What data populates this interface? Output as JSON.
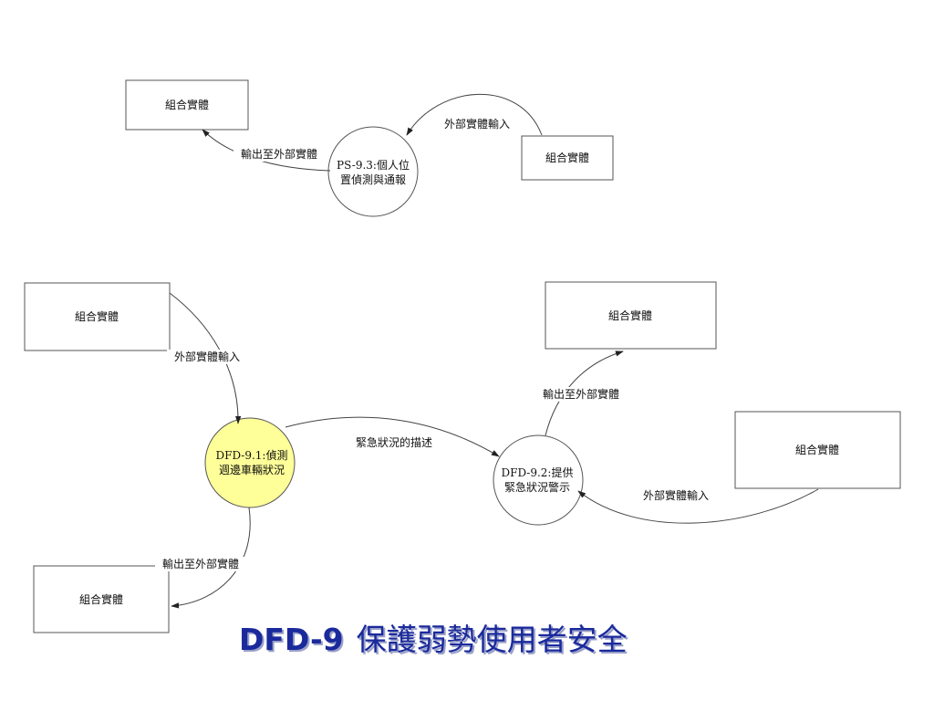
{
  "colors": {
    "highlight_fill": "#ffff99",
    "title_color": "#1a2a9c",
    "line_color": "#444444"
  },
  "nodes": {
    "e_top_left": "組合實體",
    "e_top_right": "組合實體",
    "e_mid_left": "組合實體",
    "e_mid_right": "組合實體",
    "e_right": "組合實體",
    "e_bottom_left": "組合實體",
    "p93_line1": "PS-9.3:個人位",
    "p93_line2": "置偵測與通報",
    "p91_line1": "DFD-9.1:偵測",
    "p91_line2": "週邊車輛狀況",
    "p92_line1": "DFD-9.2:提供",
    "p92_line2": "緊急狀況警示"
  },
  "flows": {
    "f1": "外部實體輸入",
    "f2": "輸出至外部實體",
    "f3": "外部實體輸入",
    "f4": "緊急狀況的描述",
    "f5": "輸出至外部實體",
    "f6": "外部實體輸入",
    "f7": "輸出至外部實體"
  },
  "title": {
    "code": "DFD-9",
    "text": "保護弱勢使用者安全"
  }
}
